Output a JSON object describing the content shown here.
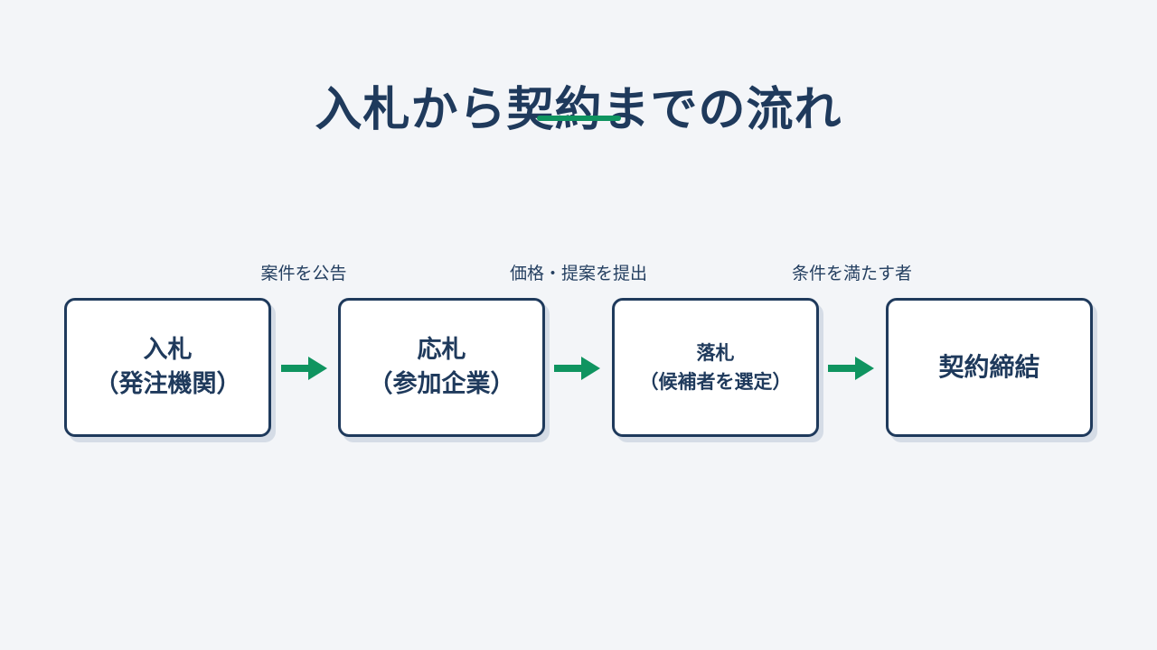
{
  "title": "入札から契約までの流れ",
  "colors": {
    "background": "#f3f5f8",
    "primary": "#1f3a5c",
    "accent": "#0f9460",
    "box_fill": "#ffffff",
    "shadow": "#d5dce6"
  },
  "steps": [
    {
      "line1": "入札",
      "line2": "（発注機関）"
    },
    {
      "line1": "応札",
      "line2": "（参加企業）"
    },
    {
      "line1": "落札",
      "line2": "（候補者を選定）"
    },
    {
      "line1": "契約締結"
    }
  ],
  "transitions": [
    {
      "label": "案件を公告",
      "icon": "arrow-right-icon"
    },
    {
      "label": "価格・提案を提出",
      "icon": "arrow-right-icon"
    },
    {
      "label": "条件を満たす者",
      "icon": "arrow-right-icon"
    }
  ]
}
